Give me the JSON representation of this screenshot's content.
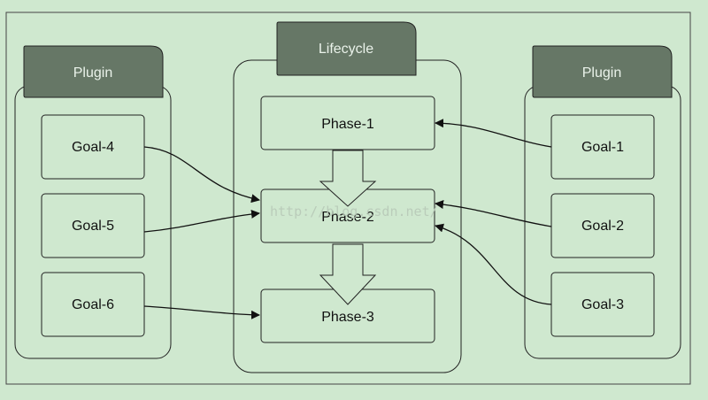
{
  "diagram": {
    "lifecycle": {
      "title": "Lifecycle",
      "phases": [
        "Phase-1",
        "Phase-2",
        "Phase-3"
      ]
    },
    "left_plugin": {
      "title": "Plugin",
      "goals": [
        "Goal-4",
        "Goal-5",
        "Goal-6"
      ]
    },
    "right_plugin": {
      "title": "Plugin",
      "goals": [
        "Goal-1",
        "Goal-2",
        "Goal-3"
      ]
    },
    "bindings": [
      {
        "from": "Goal-4",
        "to": "Phase-2"
      },
      {
        "from": "Goal-5",
        "to": "Phase-2"
      },
      {
        "from": "Goal-6",
        "to": "Phase-3"
      },
      {
        "from": "Goal-1",
        "to": "Phase-1"
      },
      {
        "from": "Goal-2",
        "to": "Phase-2"
      },
      {
        "from": "Goal-3",
        "to": "Phase-2"
      }
    ],
    "watermark": "http://blog.csdn.net/",
    "colors": {
      "background": "#cfe8cf",
      "tab_fill": "#667766",
      "stroke": "#222222"
    }
  }
}
